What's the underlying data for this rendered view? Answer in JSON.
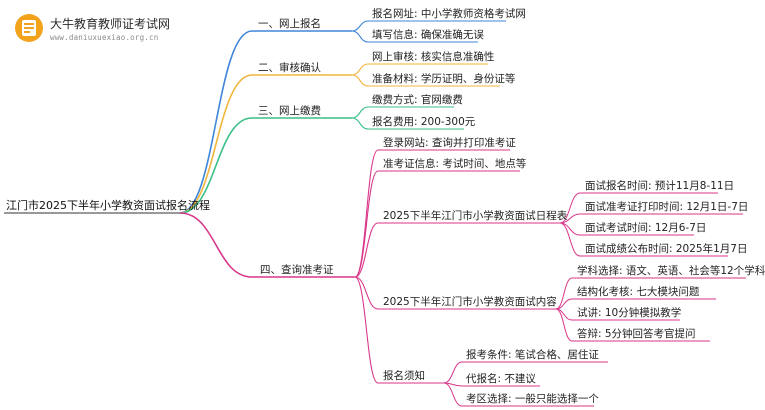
{
  "logo": {
    "title": "大牛教育教师证考试网",
    "url": "www.daniuxuexiao.org.cn"
  },
  "colors": {
    "blue": "#3f86d9",
    "orange": "#f0b63c",
    "green": "#3bbf86",
    "pink": "#d9368a",
    "root": "#333333"
  },
  "root": "江门市2025下半年小学教资面试报名流程",
  "branches": [
    {
      "key": "b1",
      "color": "blue",
      "label": "一、网上报名",
      "children": [
        {
          "key": "b1c1",
          "label": "报名网址: 中小学教师资格考试网"
        },
        {
          "key": "b1c2",
          "label": "填写信息: 确保准确无误"
        }
      ]
    },
    {
      "key": "b2",
      "color": "orange",
      "label": "二、审核确认",
      "children": [
        {
          "key": "b2c1",
          "label": "网上审核: 核实信息准确性"
        },
        {
          "key": "b2c2",
          "label": "准备材料: 学历证明、身份证等"
        }
      ]
    },
    {
      "key": "b3",
      "color": "green",
      "label": "三、网上缴费",
      "children": [
        {
          "key": "b3c1",
          "label": "缴费方式: 官网缴费"
        },
        {
          "key": "b3c2",
          "label": "报名费用: 200-300元"
        }
      ]
    },
    {
      "key": "b4",
      "color": "pink",
      "label": "四、查询准考证",
      "children": [
        {
          "key": "b4c1",
          "label": "登录网站: 查询并打印准考证"
        },
        {
          "key": "b4c2",
          "label": "准考证信息: 考试时间、地点等"
        },
        {
          "key": "b4c3",
          "label": "2025下半年江门市小学教资面试日程表",
          "children": [
            {
              "key": "b4c3a",
              "label": "面试报名时间: 预计11月8-11日"
            },
            {
              "key": "b4c3b",
              "label": "面试准考证打印时间: 12月1日-7日"
            },
            {
              "key": "b4c3c",
              "label": "面试考试时间: 12月6-7日"
            },
            {
              "key": "b4c3d",
              "label": "面试成绩公布时间: 2025年1月7日"
            }
          ]
        },
        {
          "key": "b4c4",
          "label": "2025下半年江门市小学教资面试内容",
          "children": [
            {
              "key": "b4c4a",
              "label": "学科选择: 语文、英语、社会等12个学科"
            },
            {
              "key": "b4c4b",
              "label": "结构化考核: 七大模块问题"
            },
            {
              "key": "b4c4c",
              "label": "试讲: 10分钟模拟教学"
            },
            {
              "key": "b4c4d",
              "label": "答辩: 5分钟回答考官提问"
            }
          ]
        },
        {
          "key": "b4c5",
          "label": "报名须知",
          "children": [
            {
              "key": "b4c5a",
              "label": "报考条件: 笔试合格、居住证"
            },
            {
              "key": "b4c5b",
              "label": "代报名: 不建议"
            },
            {
              "key": "b4c5c",
              "label": "考区选择: 一般只能选择一个"
            }
          ]
        }
      ]
    }
  ]
}
